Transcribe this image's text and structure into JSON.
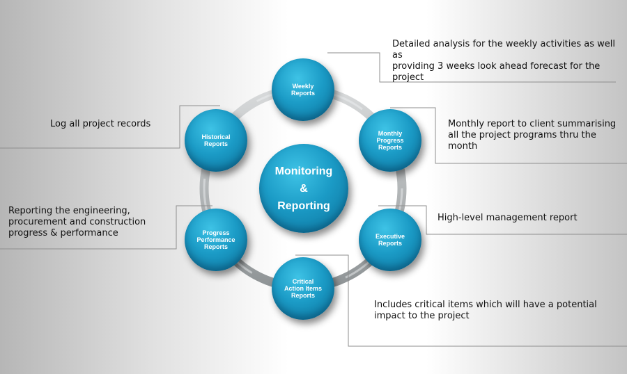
{
  "center": {
    "line1": "Monitoring",
    "line2": "&",
    "line3": "Reporting"
  },
  "nodes": {
    "weekly": [
      "Weekly",
      "Reports"
    ],
    "monthly": [
      "Monthly",
      "Progress",
      "Reports"
    ],
    "executive": [
      "Executive",
      "Reports"
    ],
    "critical": [
      "Critical",
      "Action Items",
      "Reports"
    ],
    "progress": [
      "Progress",
      "Performance",
      "Reports"
    ],
    "historical": [
      "Historical",
      "Reports"
    ]
  },
  "callouts": {
    "weekly": [
      "Detailed analysis for the weekly activities as well as",
      "providing 3 weeks look ahead forecast for the project"
    ],
    "monthly": [
      "Monthly report to client summarising",
      "all the project programs thru the",
      "month"
    ],
    "executive": [
      "High-level management report"
    ],
    "critical": [
      "Includes critical items which will have a potential",
      "impact to the project"
    ],
    "progress": [
      "Reporting the engineering,",
      "procurement and construction",
      "progress & performance"
    ],
    "historical": [
      "Log all project records"
    ]
  }
}
